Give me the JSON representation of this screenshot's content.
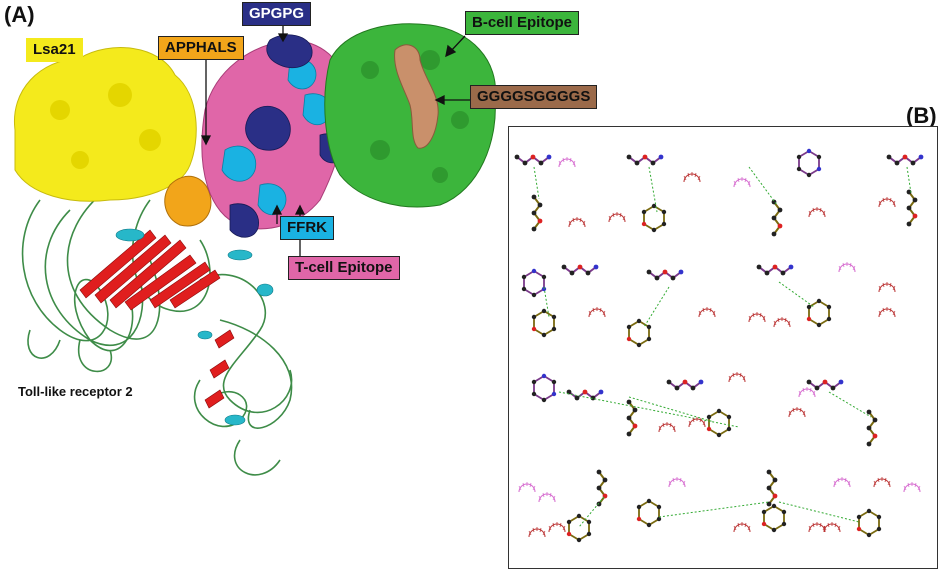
{
  "panel_a": {
    "letter": "(A)",
    "labels": {
      "lsa21": "Lsa21",
      "apphals": "APPHALS",
      "gpgpg": "GPGPG",
      "bcell": "B-cell Epitope",
      "linker": "GGGGSGGGGS",
      "ffrk": "FFRK",
      "tcell": "T-cell Epitope",
      "tlr2": "Toll-like receptor 2"
    },
    "colors": {
      "lsa21": "#f4ea1c",
      "apphals": "#f2a51a",
      "gpgpg": "#2a2f86",
      "bcell": "#3cb53c",
      "linker": "#8a5a3c",
      "ffrk": "#1ab2e2",
      "tcell": "#e066a8",
      "tlr2_ribbon": "#3e8c48",
      "tlr2_strand": "#e01e1e",
      "tlr2_helix": "#27b7c9"
    }
  },
  "panel_b": {
    "letter": "(B)"
  }
}
